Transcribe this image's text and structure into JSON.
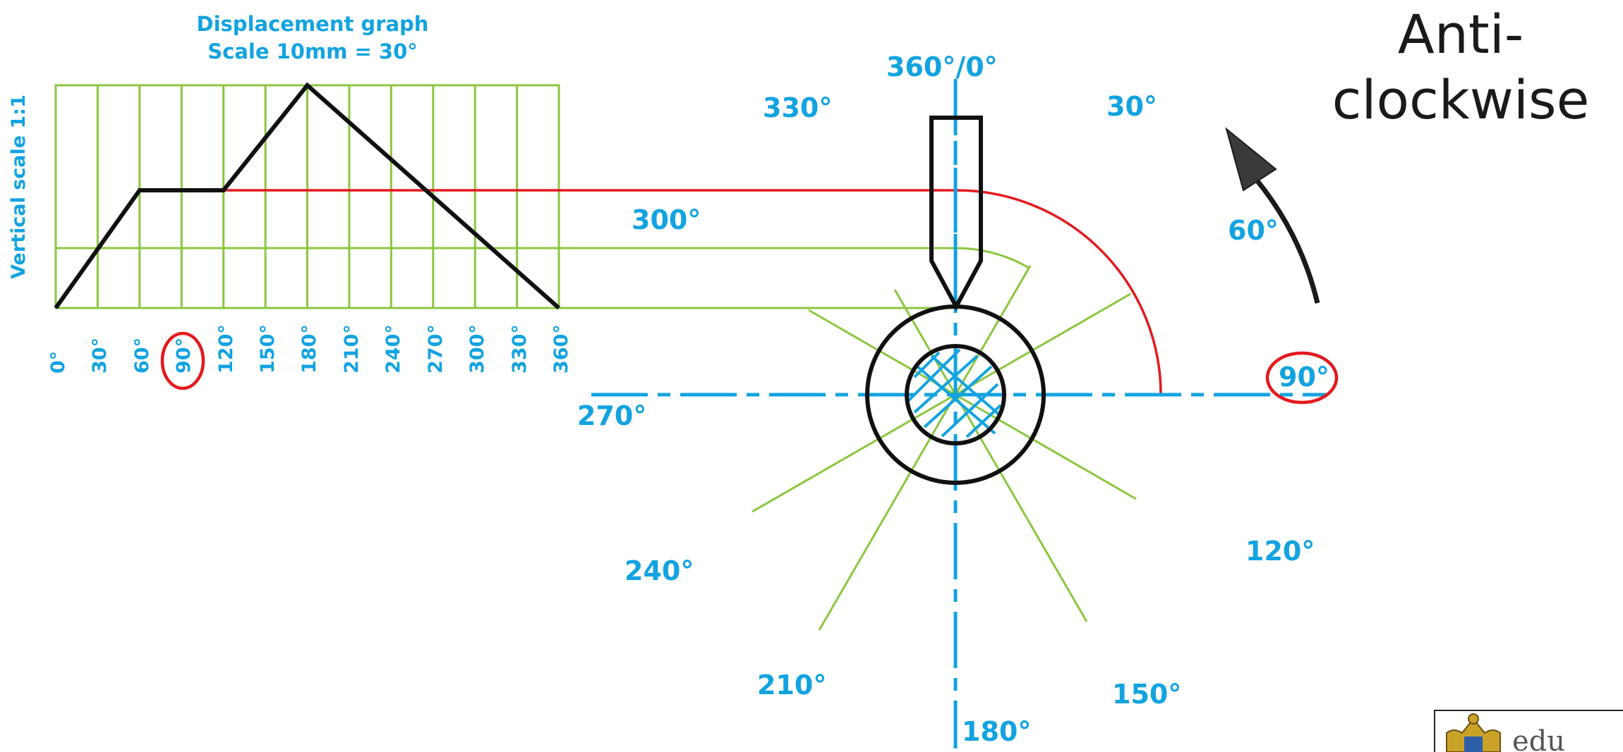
{
  "graph": {
    "title_line1": "Displacement graph",
    "title_line2": "Scale 10mm = 30°",
    "vertical_label": "Vertical scale 1:1",
    "x_ticks": [
      "0°",
      "30°",
      "60°",
      "90°",
      "120°",
      "150°",
      "180°",
      "210°",
      "240°",
      "270°",
      "300°",
      "330°",
      "360°"
    ],
    "highlighted_tick": "90°"
  },
  "cam": {
    "angle_labels": {
      "a0": "360°/0°",
      "a30": "30°",
      "a60": "60°",
      "a90": "90°",
      "a120": "120°",
      "a150": "150°",
      "a180": "180°",
      "a210": "210°",
      "a240": "240°",
      "a270": "270°",
      "a300": "300°",
      "a330": "330°"
    },
    "highlighted_angle": "90°"
  },
  "rotation": {
    "line1": "Anti-",
    "line2": "clockwise"
  },
  "logo": {
    "text": "edu"
  },
  "colors": {
    "label_blue": "#12a3e0",
    "grid_green": "#8cc63f",
    "highlight_red": "#e3191e",
    "outline_black": "#111111"
  }
}
